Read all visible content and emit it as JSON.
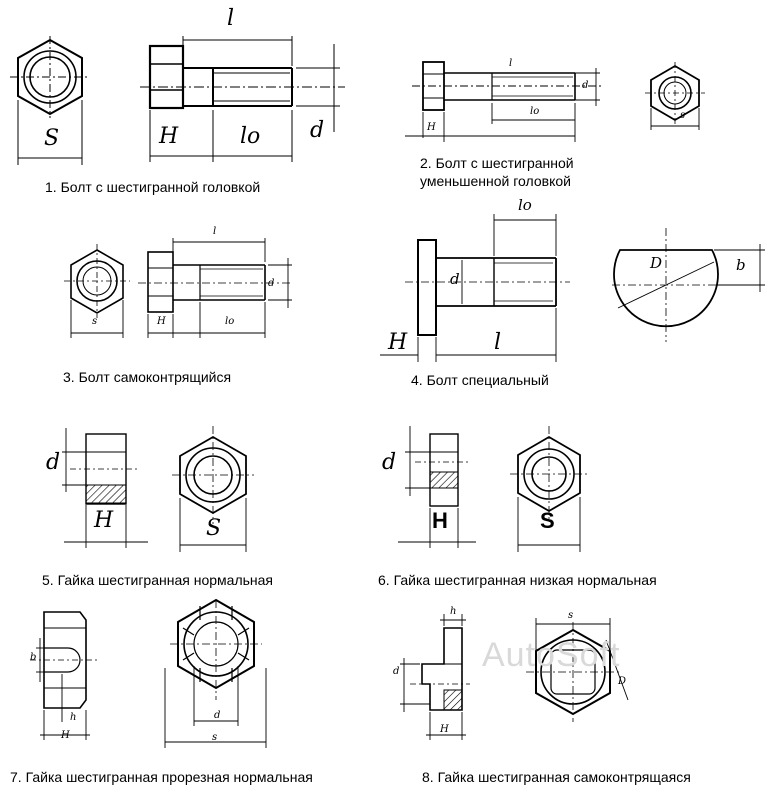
{
  "captions": {
    "c1": "1. Болт с шестигранной головкой",
    "c2": "2. Болт с шестигранной\nуменьшенной головкой",
    "c3": "3. Болт самоконтрящийся",
    "c4": "4. Болт специальный",
    "c5": "5. Гайка шестигранная нормальная",
    "c6": "6. Гайка шестигранная низкая нормальная",
    "c7": "7. Гайка шестигранная прорезная нормальная",
    "c8": "8. Гайка шестигранная самоконтрящаяся"
  },
  "labels": {
    "d1_s": "S",
    "d1_l": "l",
    "d1_H": "H",
    "d1_lo": "lo",
    "d1_d": "d",
    "d2_l": "l",
    "d2_lo": "lo",
    "d2_d": "d",
    "d2_H": "H",
    "d2_s": "s",
    "d3_l": "l",
    "d3_d": "d",
    "d3_s": "s",
    "d3_H": "H",
    "d3_lo": "lo",
    "d4_lo": "lo",
    "d4_d": "d",
    "d4_H": "H",
    "d4_l": "l",
    "d4_D": "D",
    "d4_b": "b",
    "d5_d": "d",
    "d5_H": "H",
    "d5_S": "S",
    "d6_d": "d",
    "d6_H": "H",
    "d6_S": "S",
    "d7_b": "b",
    "d7_h": "h",
    "d7_H": "H",
    "d7_d": "d",
    "d7_s": "s",
    "d8_h": "h",
    "d8_d": "d",
    "d8_H": "H",
    "d8_s": "s",
    "d8_D": "D"
  },
  "watermark": "AutoSoft"
}
